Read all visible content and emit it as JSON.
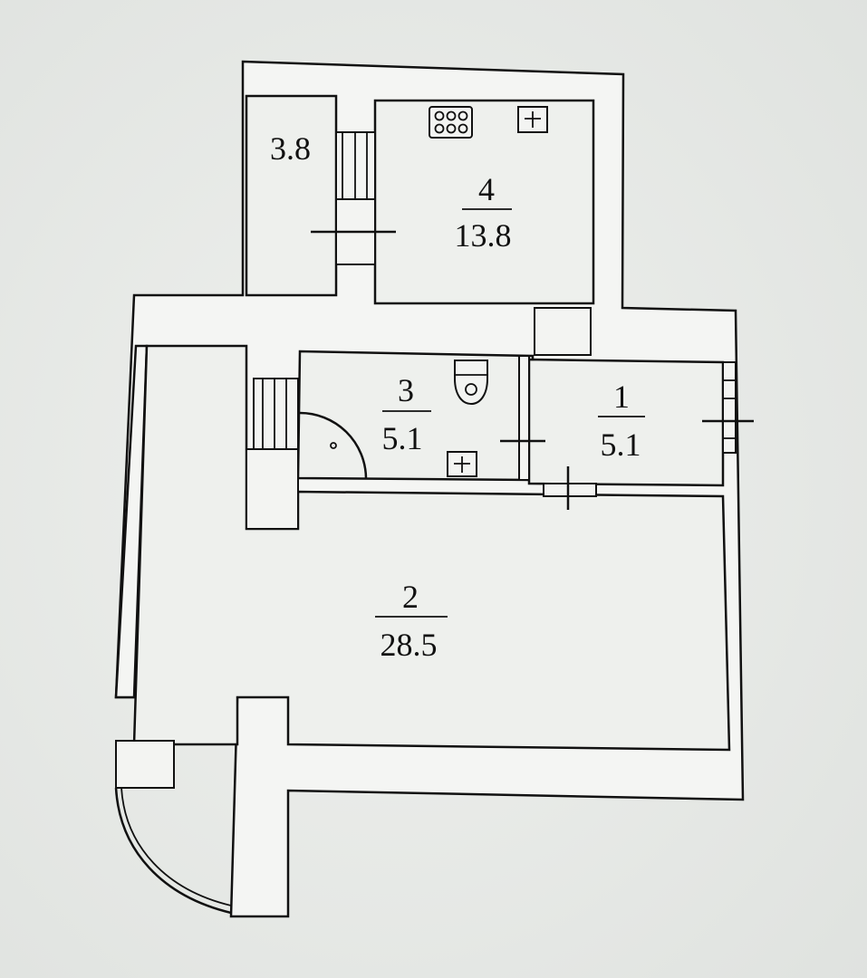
{
  "rooms": [
    {
      "id": "storage",
      "number": "",
      "area": "3.8"
    },
    {
      "id": "kitchen",
      "number": "4",
      "area": "13.8"
    },
    {
      "id": "bathroom",
      "number": "3",
      "area": "5.1"
    },
    {
      "id": "hall",
      "number": "1",
      "area": "5.1"
    },
    {
      "id": "living",
      "number": "2",
      "area": "28.5"
    }
  ],
  "colors": {
    "ink": "#111111",
    "paper": "#e9ebe8",
    "wall_fill": "#f4f5f3"
  }
}
